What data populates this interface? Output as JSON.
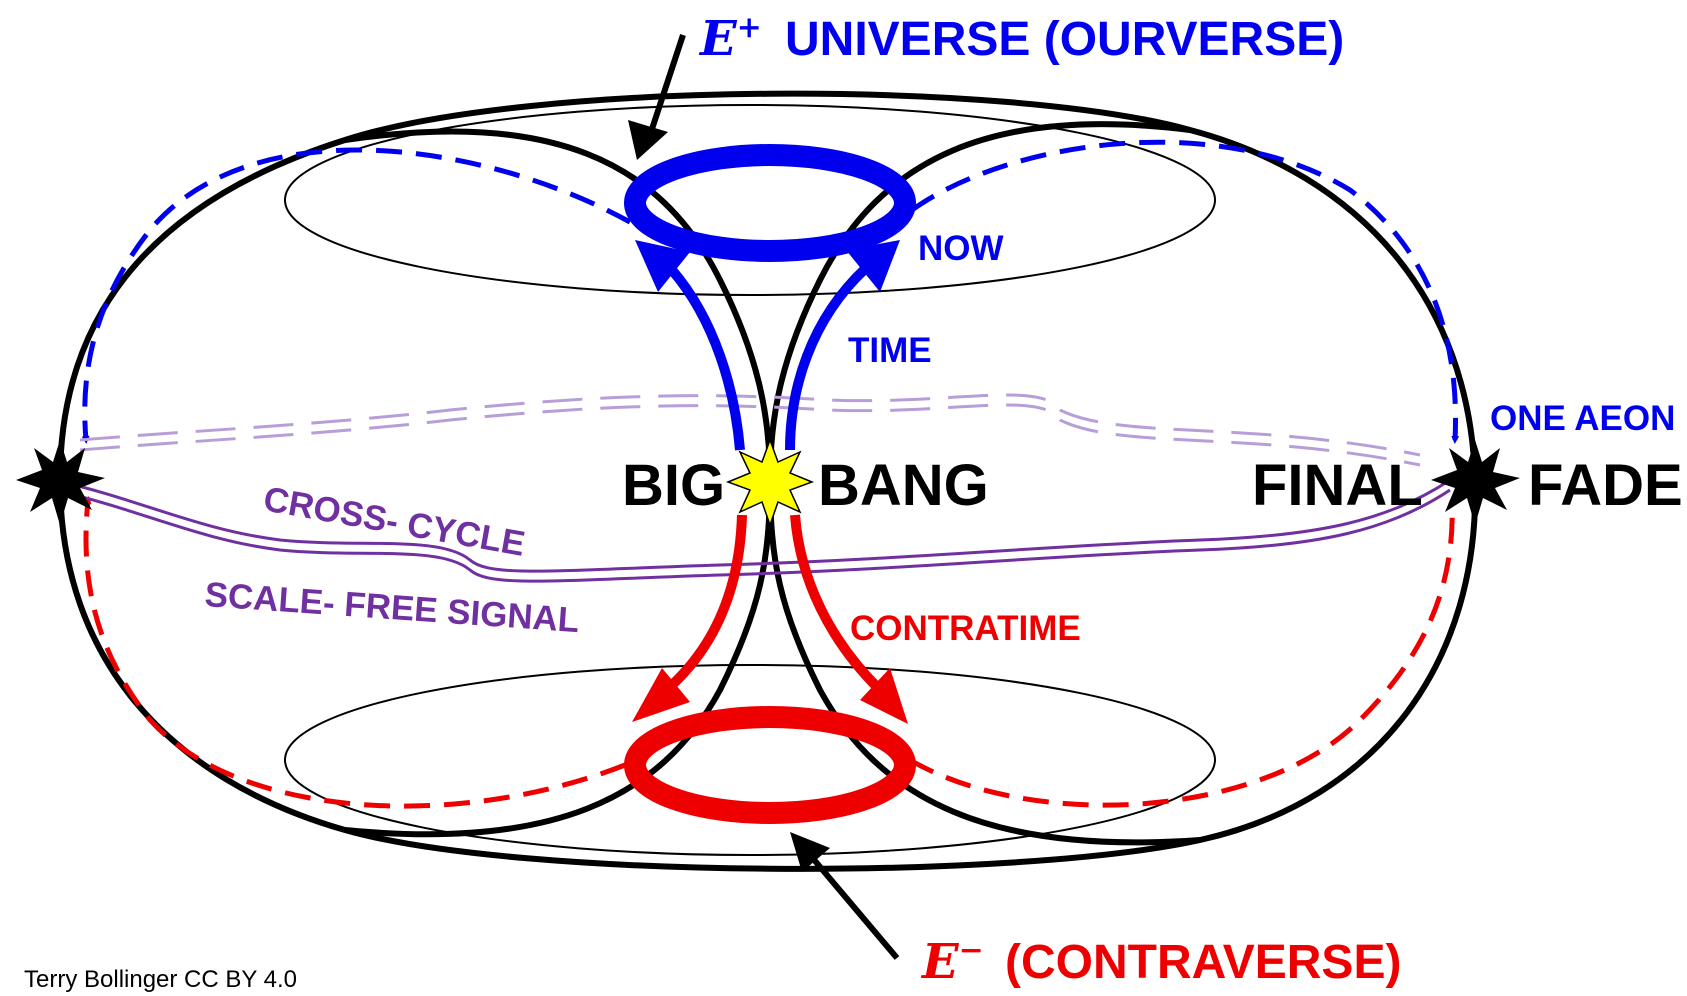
{
  "colors": {
    "positive": "#0000ee",
    "negative": "#ee0000",
    "signal": "#7030a0",
    "signal_faint": "#b89ed8",
    "outline": "#000000",
    "burst": "#ffff00"
  },
  "labels": {
    "eplus_symbol": "E",
    "eplus_sup": "+",
    "eplus_text": "UNIVERSE (OURVERSE)",
    "eminus_symbol": "E",
    "eminus_sup": "−",
    "eminus_text": "(CONTRAVERSE)",
    "now": "NOW",
    "time": "TIME",
    "contratime": "CONTRATIME",
    "one_aeon": "ONE AEON",
    "big": "BIG",
    "bang": "BANG",
    "final": "FINAL",
    "fade": "FADE",
    "cross_cycle": "CROSS- CYCLE",
    "scale_free_signal": "SCALE- FREE  SIGNAL",
    "credit": "Terry Bollinger CC BY 4.0"
  },
  "icons": {
    "big_bang": "yellow-starburst-icon",
    "left_fade": "black-starburst-icon",
    "right_fade": "black-starburst-icon"
  }
}
